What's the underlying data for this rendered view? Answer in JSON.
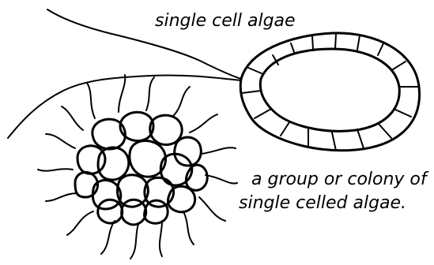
{
  "labels": {
    "single_cell": "single cell algae",
    "colony_line1": "a group or colony of",
    "colony_line2": "single celled algae."
  }
}
